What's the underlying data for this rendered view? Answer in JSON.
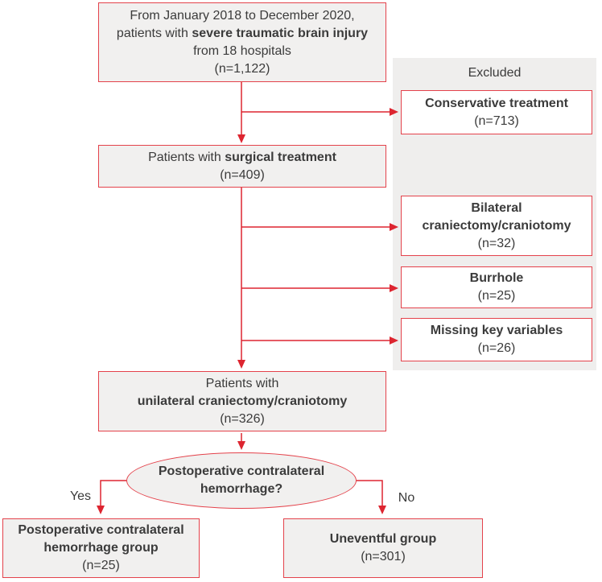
{
  "palette": {
    "line_red": "#dd2530",
    "border_red": "#e4424b",
    "node_fill": "#f1f0ef",
    "panel_fill": "#efeeed",
    "text_color": "#3b3b3b"
  },
  "nodes": {
    "enrollment": {
      "line1": "From January 2018 to December 2020,",
      "line2_prefix": "patients with ",
      "line2_bold": "severe traumatic brain injury",
      "line3": "from 18 hospitals",
      "n": "(n=1,122)"
    },
    "surgical": {
      "line1_prefix": "Patients with ",
      "line1_bold": "surgical treatment",
      "n": "(n=409)"
    },
    "unilateral": {
      "line1": "Patients with",
      "line2_bold": "unilateral craniectomy/craniotomy",
      "n": "(n=326)"
    },
    "decision": {
      "line1": "Postoperative contralateral",
      "line2": "hemorrhage?"
    },
    "hemorrhage_group": {
      "line1": "Postoperative contralateral",
      "line2": "hemorrhage group",
      "n": "(n=25)"
    },
    "uneventful_group": {
      "line1": "Uneventful group",
      "n": "(n=301)"
    },
    "yes_label": "Yes",
    "no_label": "No"
  },
  "excluded": {
    "title": "Excluded",
    "items": [
      {
        "line1": "Conservative treatment",
        "n": "(n=713)"
      },
      {
        "line1": "Bilateral",
        "line2": "craniectomy/craniotomy",
        "n": "(n=32)"
      },
      {
        "line1": "Burrhole",
        "n": "(n=25)"
      },
      {
        "line1": "Missing key variables",
        "n": "(n=26)"
      }
    ]
  }
}
